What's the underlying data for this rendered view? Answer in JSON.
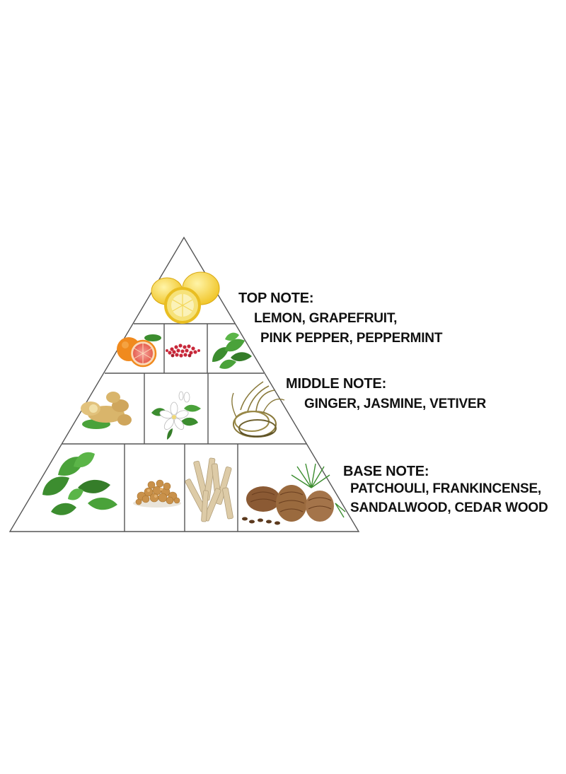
{
  "notes": {
    "top": {
      "title": "TOP NOTE:",
      "line1": "LEMON, GRAPEFRUIT,",
      "line2": "PINK PEPPER, PEPPERMINT"
    },
    "middle": {
      "title": "MIDDLE NOTE:",
      "line1": "GINGER, JASMINE, VETIVER"
    },
    "base": {
      "title": "BASE NOTE:",
      "line1": "PATCHOULI, FRANKINCENSE,",
      "line2": "SANDALWOOD, CEDAR WOOD"
    }
  },
  "tiers": {
    "apex": [
      "lemon"
    ],
    "upper": [
      "grapefruit",
      "pink-pepper",
      "peppermint"
    ],
    "middle": [
      "ginger",
      "jasmine",
      "vetiver"
    ],
    "base": [
      "patchouli",
      "frankincense",
      "sandalwood",
      "cedar-wood"
    ]
  },
  "colors": {
    "outline": "#555555",
    "lemon": "#f4d23a",
    "grapefruit": "#f08a1e",
    "pink_pepper": "#c8283a",
    "leaf": "#3c8d2f",
    "ginger": "#d9b56b",
    "jasmine": "#ffffff",
    "vetiver": "#8a7a3c",
    "frankincense": "#c9914a",
    "sandalwood": "#d8c7a6",
    "cedar": "#8b5a34"
  }
}
